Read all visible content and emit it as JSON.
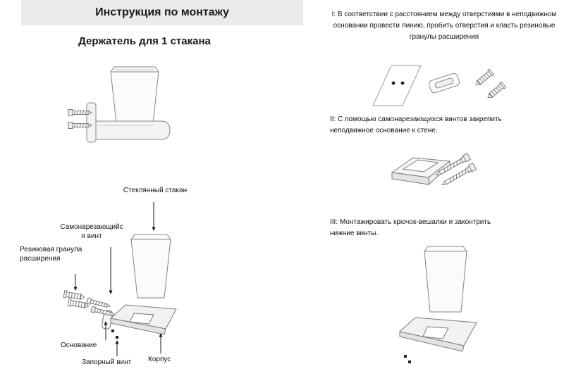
{
  "header": {
    "title": "Инструкция по монтажу"
  },
  "product": {
    "subtitle": "Держатель для 1 стакана"
  },
  "parts": {
    "glass": "Стеклянный стакан",
    "screw": "Самонарезающийс\nя винт",
    "granule": "Резиновая гранула\nрасширения",
    "base": "Основание",
    "lock_screw": "Запорный винт",
    "body": "Корпус"
  },
  "steps": [
    {
      "id": "I",
      "text": "I: В соответствии с расстоянием между отверстиями в неподвижном\nосновании провести линию, пробить отверстия и класть резиновые\nгранулы расширения"
    },
    {
      "id": "II",
      "text": "II: С помощью самонарезающихся винтов закрепить\nнеподвижное основание к стене."
    },
    {
      "id": "III",
      "text": "III: Монтажировать крючок-вешалки и законтрить\nнижние винты."
    }
  ],
  "colors": {
    "header_bg": "#ebebeb",
    "line": "#7a7a7a",
    "text": "#111111"
  }
}
